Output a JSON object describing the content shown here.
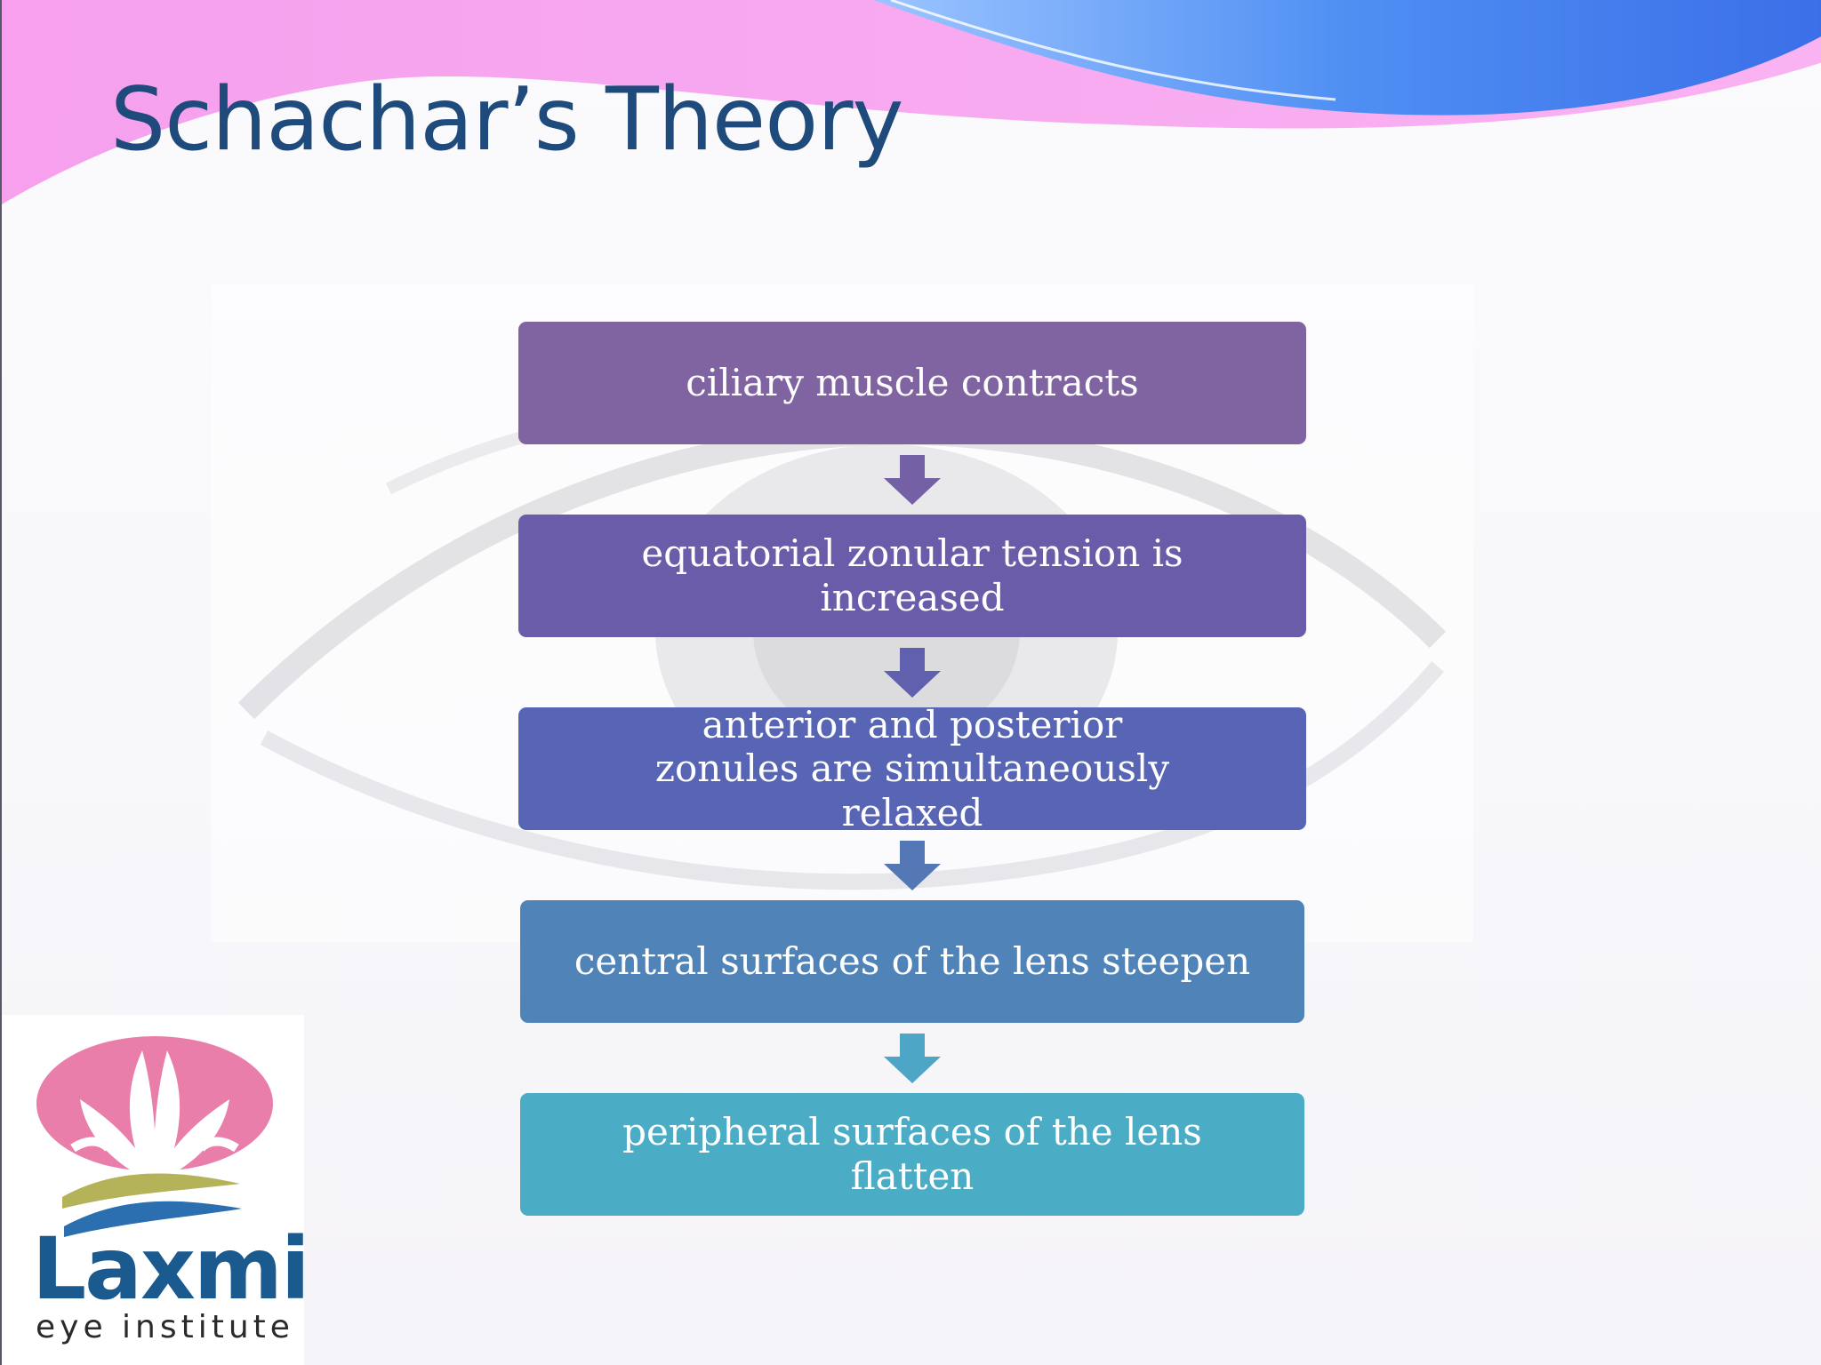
{
  "slide": {
    "title": "Schachar’s Theory"
  },
  "flowchart": {
    "steps": [
      {
        "label": "ciliary muscle contracts",
        "color": "#8064a2"
      },
      {
        "label": "equatorial zonular tension is increased",
        "color": "#6a5ca8"
      },
      {
        "label": "anterior and posterior zonules are simultaneously relaxed",
        "color": "#5865b4"
      },
      {
        "label": "central surfaces of the lens steepen",
        "color": "#5084b8"
      },
      {
        "label": "peripheral surfaces of the lens flatten",
        "color": "#4bacc6"
      }
    ],
    "arrow_colors": [
      "#7460a4",
      "#6160ae",
      "#5478b6",
      "#4ea6c6"
    ]
  },
  "logo": {
    "name": "Laxmi",
    "subtitle": "eye institute",
    "icon": "lotus-icon"
  },
  "theme": {
    "title_color": "#1f4a7c",
    "wave_pink": "#f7a6f0",
    "wave_blue": "#4a86f0"
  }
}
